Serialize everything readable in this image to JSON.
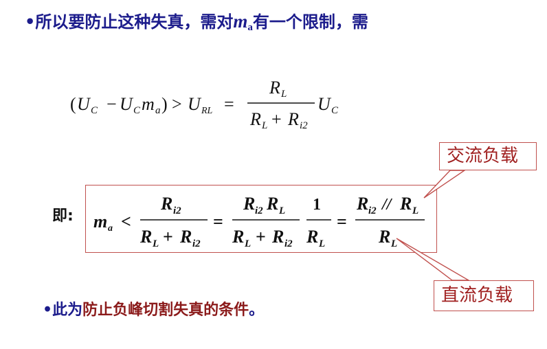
{
  "slide": {
    "line1": {
      "bullet": "•",
      "text_before": "所以要防止这种失真，需对",
      "var_symbol": "m",
      "var_sub": "a",
      "text_after": "有一个限制，需"
    },
    "equation1": {
      "lhs_open": "(",
      "uc1": "U",
      "uc1_sub": "C",
      "minus": "−",
      "uc2": "U",
      "uc2_sub": "C",
      "ma": "m",
      "ma_sub": "a",
      "lhs_close": ")",
      "gt": ">",
      "url": "U",
      "url_sub": "RL",
      "eq": "=",
      "num": "R",
      "num_sub": "L",
      "den_r1": "R",
      "den_r1_sub": "L",
      "plus": "+",
      "den_r2": "R",
      "den_r2_sub": "i2",
      "rhs_u": "U",
      "rhs_u_sub": "C"
    },
    "equation2": {
      "prefix": "即:",
      "ma": "m",
      "ma_sub": "a",
      "lt": "<",
      "f1_num": "R",
      "f1_num_sub": "i2",
      "f1_den_a": "R",
      "f1_den_a_sub": "L",
      "f1_den_plus": "+",
      "f1_den_b": "R",
      "f1_den_b_sub": "i2",
      "eq1": "=",
      "f2_num_a": "R",
      "f2_num_a_sub": "i2",
      "f2_num_b": "R",
      "f2_num_b_sub": "L",
      "f2_den_a": "R",
      "f2_den_a_sub": "L",
      "f2_den_plus": "+",
      "f2_den_b": "R",
      "f2_den_b_sub": "i2",
      "f3_num": "1",
      "f3_den": "R",
      "f3_den_sub": "L",
      "eq2": "=",
      "f4_num_a": "R",
      "f4_num_a_sub": "i2",
      "f4_parallel": "//",
      "f4_num_b": "R",
      "f4_num_b_sub": "L",
      "f4_den": "R",
      "f4_den_sub": "L"
    },
    "callouts": {
      "ac_load": "交流负载",
      "dc_load": "直流负载"
    },
    "line3": {
      "bullet": "•",
      "prefix": "此为",
      "highlight": "防止负峰切割失真的条件",
      "suffix": "。"
    },
    "colors": {
      "body_text": "#1c1c8c",
      "highlight_text": "#8b1a1a",
      "callout_text": "#a02020",
      "box_border": "#c0504d",
      "formula_text": "#111111"
    }
  }
}
